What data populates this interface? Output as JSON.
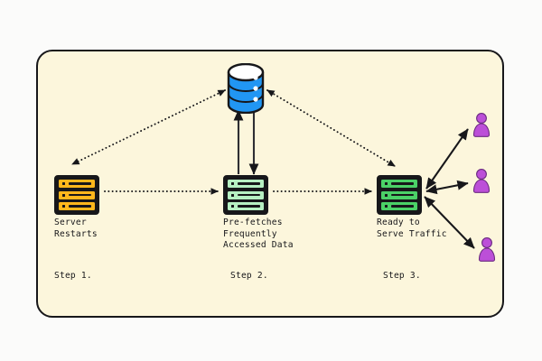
{
  "diagram": {
    "title_present": false,
    "canvas": {
      "background_color": "#FCF6DC",
      "border_color": "#17171a",
      "page_background": "#fbfbfa"
    },
    "palette": {
      "orange": "#FFB71C",
      "mint_green": "#B6F0C2",
      "green": "#4BD167",
      "database_blue": "#2196F3",
      "database_blue_dark": "#1976D2",
      "user_purple": "#BC4FD8",
      "stroke": "#17171a"
    },
    "nodes": [
      {
        "id": "server-restarts",
        "icon": "server-rack-icon",
        "color": "#FFB71C",
        "label": "Server\nRestarts",
        "label_lines": [
          "Server",
          "Restarts"
        ],
        "step": "Step 1."
      },
      {
        "id": "prefetch-server",
        "icon": "server-rack-icon",
        "color": "#B6F0C2",
        "label": "Pre-fetches\nFrequently\nAccessed Data",
        "label_lines": [
          "Pre-fetches",
          "Frequently",
          "Accessed Data"
        ],
        "step": "Step 2."
      },
      {
        "id": "ready-server",
        "icon": "server-rack-icon",
        "color": "#4BD167",
        "label": "Ready to\nServe Traffic",
        "label_lines": [
          "Ready to",
          "Serve Traffic"
        ],
        "step": "Step 3."
      }
    ],
    "database": {
      "id": "database",
      "icon": "database-cylinder-icon",
      "color": "#2196F3",
      "label": ""
    },
    "users": [
      {
        "id": "user-1",
        "icon": "user-icon",
        "color": "#BC4FD8"
      },
      {
        "id": "user-2",
        "icon": "user-icon",
        "color": "#BC4FD8"
      },
      {
        "id": "user-3",
        "icon": "user-icon",
        "color": "#BC4FD8"
      }
    ],
    "connectors": [
      {
        "id": "db-to-server1",
        "style": "dotted",
        "arrows": "both",
        "from": "database",
        "to": "server-restarts"
      },
      {
        "id": "db-to-server3",
        "style": "dotted",
        "arrows": "both",
        "from": "database",
        "to": "ready-server"
      },
      {
        "id": "server1-to-server2",
        "style": "dotted",
        "arrows": "end",
        "from": "server-restarts",
        "to": "prefetch-server"
      },
      {
        "id": "server2-to-server3",
        "style": "dotted",
        "arrows": "end",
        "from": "prefetch-server",
        "to": "ready-server"
      },
      {
        "id": "server2-up-to-db",
        "style": "solid",
        "arrows": "end",
        "from": "prefetch-server",
        "to": "database"
      },
      {
        "id": "db-down-to-server2",
        "style": "solid",
        "arrows": "end",
        "from": "database",
        "to": "prefetch-server"
      },
      {
        "id": "server3-to-user1",
        "style": "solid",
        "arrows": "both",
        "from": "ready-server",
        "to": "user-1"
      },
      {
        "id": "server3-to-user2",
        "style": "solid",
        "arrows": "both",
        "from": "ready-server",
        "to": "user-2"
      },
      {
        "id": "server3-to-user3",
        "style": "solid",
        "arrows": "both",
        "from": "ready-server",
        "to": "user-3"
      }
    ],
    "steps": {
      "step_1": "Step 1.",
      "step_2": "Step 2.",
      "step_3": "Step 3."
    },
    "labels": {
      "server_restarts": "Server\nRestarts",
      "prefetch": "Pre-fetches\nFrequently\nAccessed Data",
      "ready": "Ready to\nServe Traffic"
    }
  }
}
